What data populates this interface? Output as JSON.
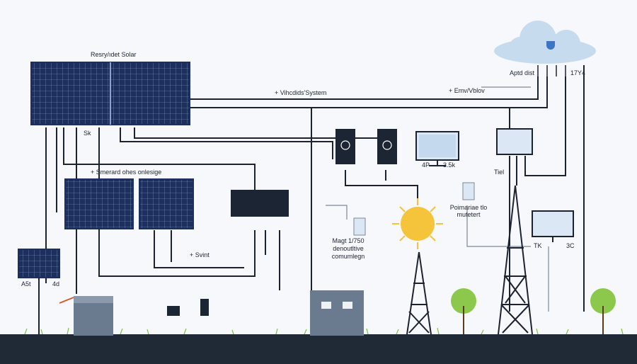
{
  "colors": {
    "background": "#f7f8fb",
    "panel": "#1c2f5e",
    "wire": "#1d2230",
    "wire_light": "#7d8898",
    "accent_red": "#d55a2a",
    "sun": "#f6c43b",
    "tree": "#8cc84b",
    "ground": "#1f2a36",
    "cloud": "#c7dbef"
  },
  "labels": {
    "top_solar": "Resry/ıdet Solar",
    "sk": "Sk",
    "system": "+ Vihcdids'System",
    "emv": "+ Emv/Vblov",
    "cloud_left": "Aptd dist",
    "cloud_right": "17Y4",
    "smerard": "+ Smerard ohes onlesige",
    "svint": "+ Svint",
    "a5t": "A5t",
    "4d": "4d",
    "monitor1_left": "4P",
    "monitor1_right": "3.5k",
    "tiel": "Tiel",
    "poimariae_line1": "Poimariae tlo",
    "poimariae_line2": "mutetert",
    "tk": "TK",
    "3c": "3C",
    "magt_line1": "Magt 1/750",
    "magt_line2": "denoutltive",
    "magt_line3": "comumlegn"
  }
}
